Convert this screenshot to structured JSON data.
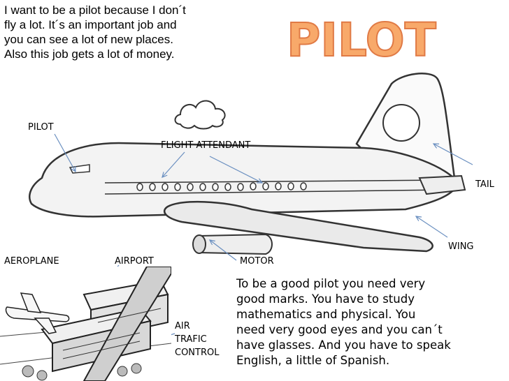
{
  "intro": "I want to be a pilot because I don´t\nfly a lot. It´s an important job and\nyou can see a lot of new places.\nAlso this job gets a lot of money.",
  "title": "PILOT",
  "labels": {
    "pilot": "PILOT",
    "flight_attendant": "FLIGHT ATTENDANT",
    "tail": "TAIL",
    "wing": "WING",
    "aeroplane": "AEROPLANE",
    "airport": "AIRPORT",
    "motor": "MOTOR",
    "air_traffic_control": "AIR\nTRAFIC\nCONTROL"
  },
  "body": "To be a good pilot you need very\ngood marks. You have to study\nmathematics and physical. You\nneed very good eyes and you can´t\nhave glasses. And you have to speak\nEnglish, a little of Spanish.",
  "colors": {
    "title_fill": "#f4a261",
    "title_stroke": "#e76f51",
    "arrow": "#6a8fc0"
  }
}
